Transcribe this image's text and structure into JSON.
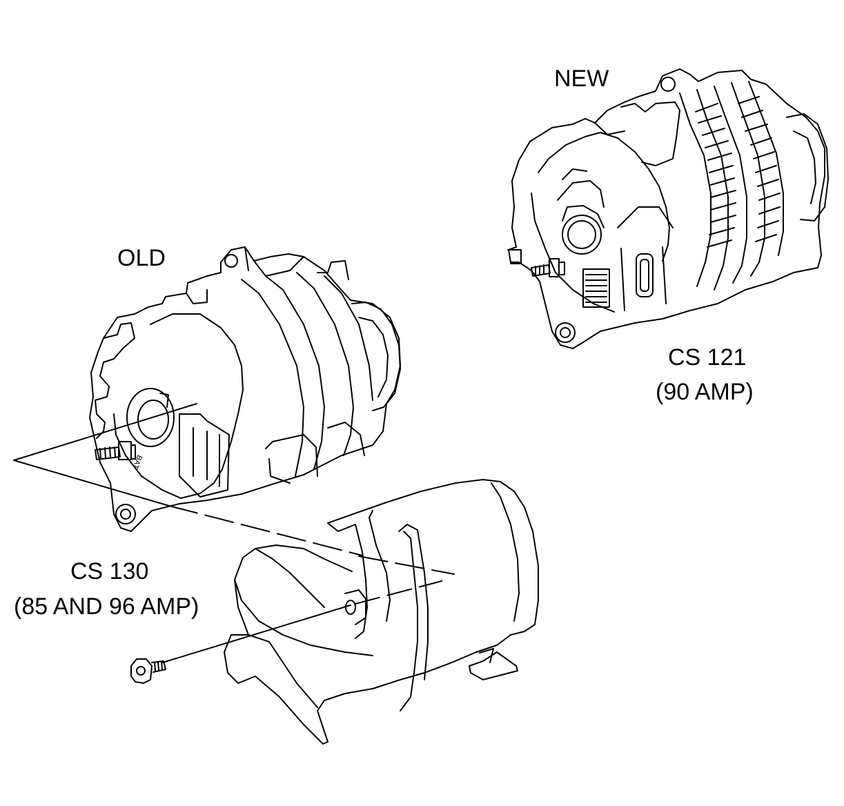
{
  "labels": {
    "new": "NEW",
    "old": "OLD",
    "new_model": "CS 121",
    "new_rating": "(90 AMP)",
    "old_model": "CS 130",
    "old_rating": "(85 AND 96 AMP)",
    "terminal": "BAT"
  },
  "colors": {
    "line": "#000000",
    "background": "#ffffff"
  },
  "icons": [
    "new-alternator-icon",
    "old-alternator-icon",
    "adapter-bracket-icon",
    "mounting-bolt-icon"
  ]
}
